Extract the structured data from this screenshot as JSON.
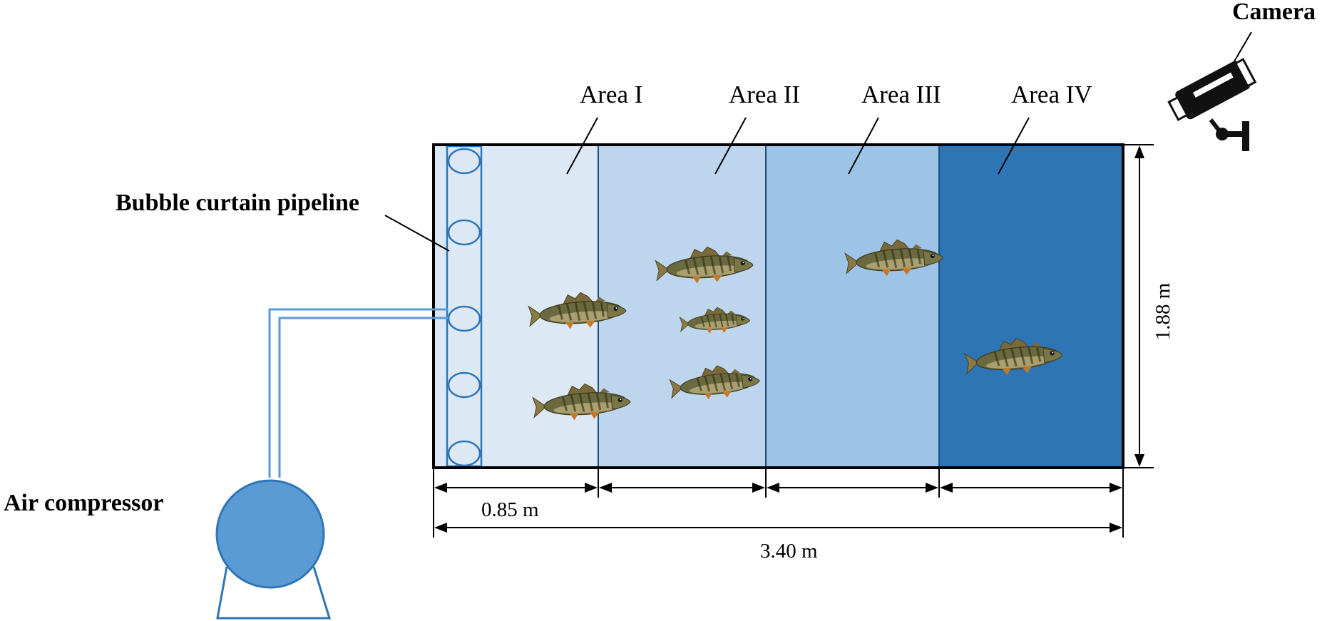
{
  "labels": {
    "camera": "Camera",
    "bubble_pipeline": "Bubble curtain pipeline",
    "air_compressor": "Air compressor"
  },
  "areas": [
    {
      "label": "Area I",
      "color": "#dde8f5"
    },
    {
      "label": "Area II",
      "color": "#bdd6ee"
    },
    {
      "label": "Area III",
      "color": "#9dc3e6"
    },
    {
      "label": "Area IV",
      "color": "#2e75b6"
    }
  ],
  "dimensions": {
    "area_width": "0.85 m",
    "total_length": "3.40 m",
    "height": "1.88 m"
  },
  "colors": {
    "pipeline_stroke": "#2e75b6",
    "compressor_fill": "#5b9bd5",
    "fish_body": "#6b6a3e",
    "outline": "#000000"
  },
  "icons": {
    "camera": "security-camera-icon",
    "fish": "perch-fish-icon"
  }
}
